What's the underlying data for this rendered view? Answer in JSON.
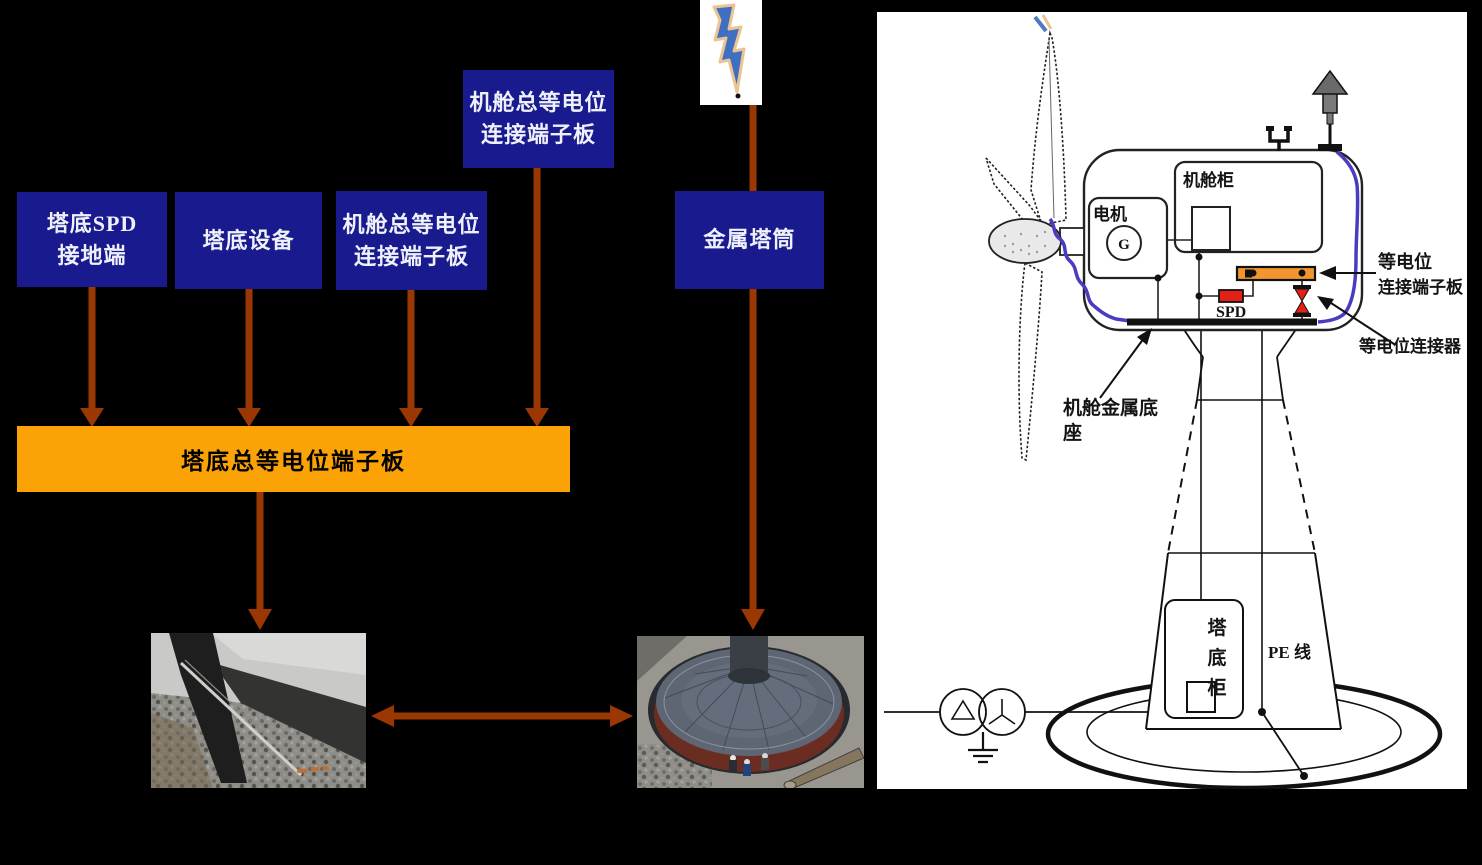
{
  "flowchart": {
    "boxes": {
      "nacelle_terminal_top": {
        "line1": "机舱总等电位",
        "line2": "连接端子板"
      },
      "spd_ground": {
        "line1": "塔底SPD",
        "line2": "接地端"
      },
      "tower_equipment": {
        "label": "塔底设备"
      },
      "nacelle_terminal": {
        "line1": "机舱总等电位",
        "line2": "连接端子板"
      },
      "metal_tower": {
        "label": "金属塔筒"
      },
      "tower_terminal_bar": {
        "label": "塔底总等电位端子板"
      }
    },
    "colors": {
      "box_blue": "#1a1a8f",
      "box_orange": "#fba206",
      "arrow_rust": "#9a3702"
    }
  },
  "diagram": {
    "labels": {
      "nacelle_cabinet": "机舱柜",
      "motor": "电机",
      "generator": "G",
      "spd": "SPD",
      "equipotential_line1": "等电位",
      "equipotential_line2": "连接端子板",
      "equipotential_connector": "等电位连接器",
      "nacelle_base_line1": "机舱金属底",
      "nacelle_base_line2": "座",
      "tower_cabinet_char1": "塔",
      "tower_cabinet_char2": "底",
      "tower_cabinet_char3": "柜",
      "pe_line": "PE 线"
    },
    "colors": {
      "conductor_purple": "#4a3cc0",
      "component_red": "#e32017",
      "terminal_bar_orange": "#f2952e"
    }
  }
}
